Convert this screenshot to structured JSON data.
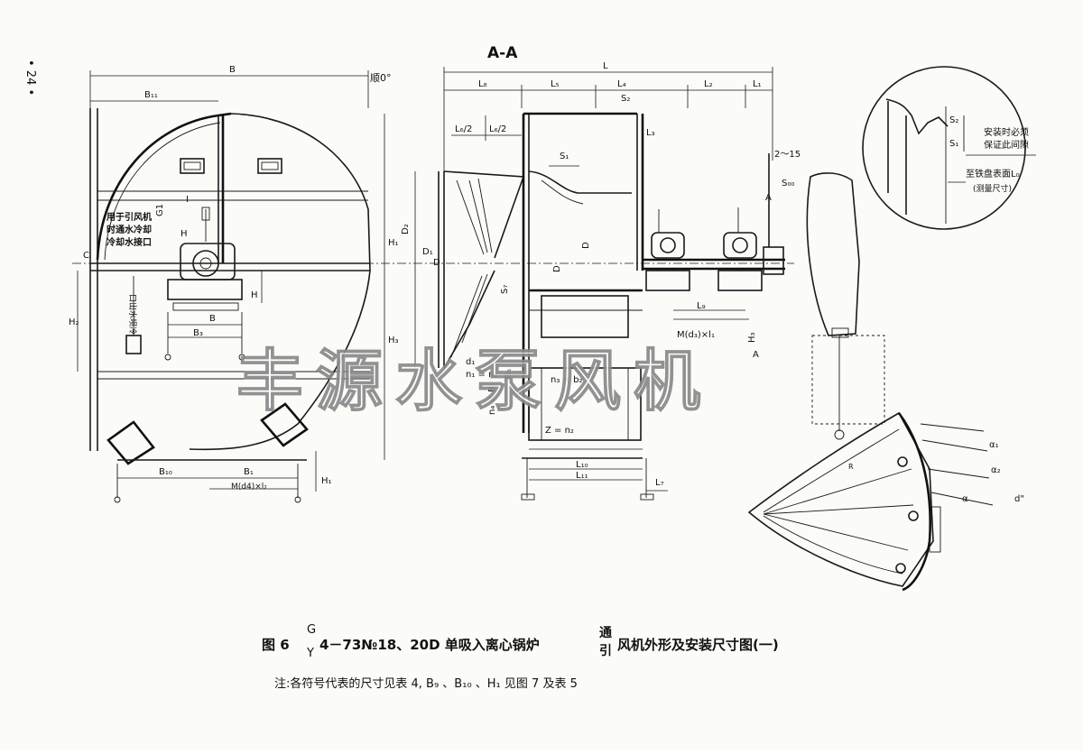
{
  "page_number": "• 24 •",
  "section_title": "A-A",
  "rotation_label": "顺0°",
  "callout": {
    "line1": "安装时必须",
    "line2": "保证此间隙",
    "line3": "至铁盘表面L₀",
    "line4": "(测量尺寸)",
    "s1": "S₁",
    "s2": "S₂"
  },
  "notes_left": [
    "用于引风机",
    "时通水冷却",
    "冷却水接口",
    "口出水坝冷"
  ],
  "left_dims": {
    "B": "B",
    "B11": "B₁₁",
    "B_inner": "B",
    "B3": "B₃",
    "B10": "B₁₀",
    "B1": "B₁",
    "H": "H",
    "H1": "H₁",
    "H2": "H₂",
    "H3": "H₃",
    "H7": "H₁",
    "C": "C",
    "G1": "G1",
    "I": "I",
    "md4": "M(d4)×l₂"
  },
  "section_dims": {
    "L": "L",
    "L8": "L₈",
    "L5": "L₅",
    "L4": "L₄",
    "L2": "L₂",
    "L1": "L₁",
    "L6half": "L₆/2",
    "L6half2": "L₆/2",
    "L3": "L₃",
    "S2": "S₂",
    "S1": "S₁",
    "range": "2～15",
    "S00": "S₀₀",
    "A": "A",
    "D2": "D₂",
    "D1": "D₁",
    "D": "D",
    "D_b": "D",
    "D_c": "D",
    "L9": "L₉",
    "L10": "L₁₀",
    "L11": "L₁₁",
    "L7": "L₇",
    "Md3": "M(d₃)×l₁",
    "H3": "H₃",
    "d1": "d₁",
    "n1": "n₁ = n₂",
    "n4": "n₄ × B₅",
    "nxb": "n₃ × b₂",
    "Z": "Z = n₂",
    "B6": "B₆",
    "S7": "S₇"
  },
  "cone_dims": {
    "alpha1": "α₁",
    "alpha2": "α₂",
    "alpha": "α",
    "d": "d\"",
    "R": "R"
  },
  "caption": {
    "prefix": "图 6",
    "sup": "G",
    "sub": "Y",
    "model": "4－73№18、20D 单吸入离心锅炉",
    "stack_top": "通",
    "stack_bottom": "引",
    "suffix": "风机外形及安装尺寸图(一)"
  },
  "note": "注:各符号代表的尺寸见表 4, B₉ 、B₁₀ 、H₁ 见图 7 及表 5",
  "watermark": "丰源水泵风机"
}
